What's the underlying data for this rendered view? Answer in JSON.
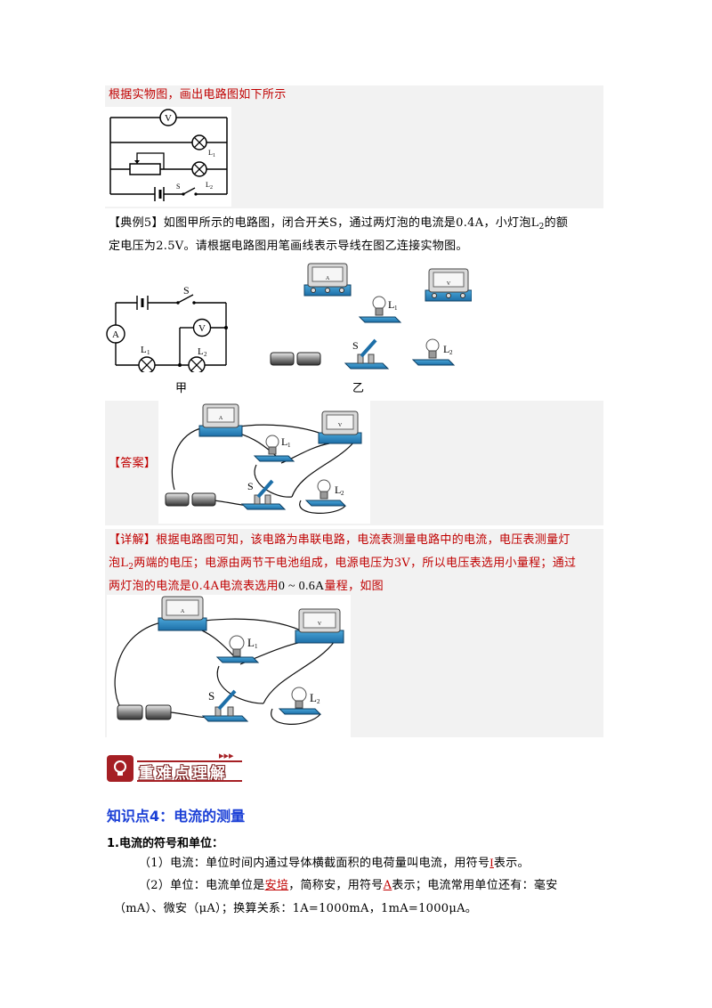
{
  "block1": {
    "caption": "根据实物图，画出电路图如下所示",
    "circuit_labels": {
      "voltmeter": "V",
      "lamp1": "L",
      "lamp1_sub": "1",
      "lamp2": "L",
      "lamp2_sub": "2",
      "switch": "S"
    }
  },
  "example5": {
    "line1_a": "【典例5】如图甲所示的电路图，闭合开关S，通过两灯泡的电流是0.4A，小灯泡L",
    "line1_sub": "2",
    "line1_b": "的额",
    "line2": "定电压为2.5V。请根据电路图用笔画线表示导线在图乙连接实物图。",
    "fig_jia_label": "甲",
    "fig_yi_label": "乙",
    "schematic_labels": {
      "switch": "S",
      "ammeter": "A",
      "voltmeter": "V",
      "lamp1": "L",
      "lamp1_sub": "1",
      "lamp2": "L",
      "lamp2_sub": "2"
    }
  },
  "answer": {
    "label": "【答案】",
    "photo_labels": {
      "lamp1": "L",
      "lamp1_sub": "1",
      "lamp2": "L",
      "lamp2_sub": "2",
      "switch": "S",
      "ammeter_face": "A",
      "voltmeter_face": "V"
    }
  },
  "detail": {
    "line1": "【详解】根据电路图可知，该电路为串联电路，电流表测量电路中的电流，电压表测量灯",
    "line2_a": "泡L",
    "line2_sub": "2",
    "line2_b": "两端的电压；电源由两节干电池组成，电源电压为3V，所以电压表选用小量程；通过",
    "line3_a": "两灯泡的电流是0.4A电流表选用",
    "line3_range": "0 ~ 0.6A",
    "line3_b": "量程，如图"
  },
  "banner": {
    "text": "重难点理解",
    "arrows": "▸▸▸"
  },
  "knowledge": {
    "title": "知识点4：电流的测量",
    "heading": "1.电流的符号和单位：",
    "item1_a": "（1）电流：单位时间内通过导体横截面积的电荷量叫电流，用符号",
    "item1_sym": "I",
    "item1_b": "表示。",
    "item2_a": "（2）单位：电流单位是",
    "item2_unit": "安培",
    "item2_b": "，简称安，用符号",
    "item2_sym": "A",
    "item2_c": "表示；电流常用单位还有：毫安",
    "item3": "（mA）、微安（μA）；换算关系：1A=1000mA，1mA=1000μA。"
  },
  "colors": {
    "red": "#c00000",
    "blue": "#1a3fd6",
    "shade": "#f2f2f2",
    "banner": "#a51f24"
  }
}
